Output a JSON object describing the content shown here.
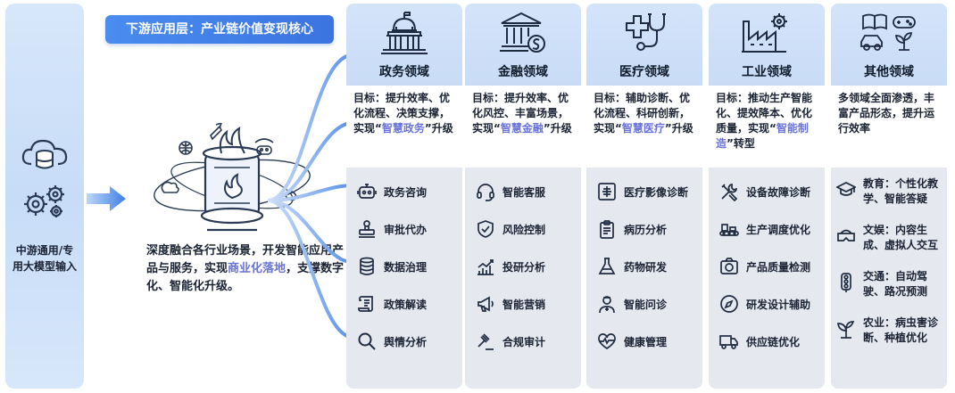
{
  "input": {
    "label": "中游通用/专用大模型输入"
  },
  "header": {
    "title": "下游应用层：产业链价值变现核心"
  },
  "center": {
    "text_a": "深度融合各行业场景，开发智能应用产品与服务，实现",
    "text_hl": "商业化落地",
    "text_b": "，支撑数字化、智能化升级。"
  },
  "columns": [
    {
      "title": "政务领域",
      "icon": "capitol-building-icon",
      "goal_a": "目标：提升效率、优化流程、决策支撑，实现“",
      "goal_hl": "智慧政务",
      "goal_b": "”升级",
      "items": [
        {
          "label": "政务咨询",
          "icon": "robot-icon"
        },
        {
          "label": "审批代办",
          "icon": "stamp-icon"
        },
        {
          "label": "数据治理",
          "icon": "database-icon"
        },
        {
          "label": "政策解读",
          "icon": "scroll-icon"
        },
        {
          "label": "舆情分析",
          "icon": "magnifier-icon"
        }
      ]
    },
    {
      "title": "金融领域",
      "icon": "bank-dollar-icon",
      "goal_a": "目标：提升效率、优化风控、丰富场景，实现“",
      "goal_hl": "智慧金融",
      "goal_b": "”升级",
      "items": [
        {
          "label": "智能客服",
          "icon": "headset-icon"
        },
        {
          "label": "风险控制",
          "icon": "shield-check-icon"
        },
        {
          "label": "投研分析",
          "icon": "bar-chart-icon"
        },
        {
          "label": "智能营销",
          "icon": "megaphone-icon"
        },
        {
          "label": "合规审计",
          "icon": "gavel-icon"
        }
      ]
    },
    {
      "title": "医疗领域",
      "icon": "medical-cross-stethoscope-icon",
      "goal_a": "目标：辅助诊断、优化流程、科研创新，实现“",
      "goal_hl": "智慧医疗",
      "goal_b": "”升级",
      "items": [
        {
          "label": "医疗影像诊断",
          "icon": "xray-icon"
        },
        {
          "label": "病历分析",
          "icon": "clipboard-icon"
        },
        {
          "label": "药物研发",
          "icon": "flask-icon"
        },
        {
          "label": "智能问诊",
          "icon": "doctor-icon"
        },
        {
          "label": "健康管理",
          "icon": "heartbeat-icon"
        }
      ]
    },
    {
      "title": "工业领域",
      "icon": "factory-gear-icon",
      "goal_a": "目标：推动生产智能化、提效降本、优化质量，实现“",
      "goal_hl": "智能制造",
      "goal_b": "”转型",
      "items": [
        {
          "label": "设备故障诊断",
          "icon": "wrench-icon"
        },
        {
          "label": "生产调度优化",
          "icon": "conveyor-icon"
        },
        {
          "label": "产品质量检测",
          "icon": "camera-icon"
        },
        {
          "label": "研发设计辅助",
          "icon": "compass-icon"
        },
        {
          "label": "供应链优化",
          "icon": "truck-icon"
        }
      ]
    },
    {
      "title": "其他领域",
      "icon": "misc-domains-icon",
      "goal_a": "多领域全面渗透，丰富产品形态，提升运行效率",
      "goal_hl": "",
      "goal_b": "",
      "items": [
        {
          "label": "教育：个性化教学、智能答疑",
          "icon": "graduation-cap-icon"
        },
        {
          "label": "文娱：内容生成、虚拟人交互",
          "icon": "vr-headset-icon"
        },
        {
          "label": "交通：自动驾驶、路况预测",
          "icon": "traffic-light-icon"
        },
        {
          "label": "农业：病虫害诊断、种植优化",
          "icon": "plant-icon"
        }
      ]
    }
  ]
}
